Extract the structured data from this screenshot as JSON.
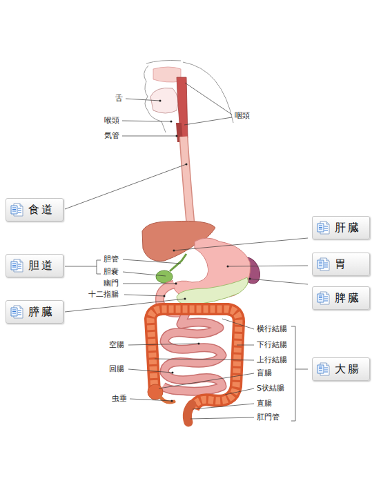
{
  "diagram": {
    "nodes": [
      {
        "text": [
          "食道"
        ]
      },
      {
        "text": [
          "肝臓"
        ]
      },
      {
        "text": [
          "胃"
        ]
      },
      {
        "text": [
          "胆道"
        ]
      },
      {
        "text": [
          "脾臓"
        ]
      },
      {
        "text": [
          "膵臓"
        ]
      },
      {
        "text": [
          "大腸"
        ]
      }
    ],
    "labels": [
      "舌",
      "咽頭",
      "喉頭",
      "気管",
      "胆管",
      "胆嚢",
      "幽門",
      "十二指腸",
      "横行結腸",
      "空腸",
      "下行結腸",
      "上行結腸",
      "回腸",
      "盲腸",
      "S状結腸",
      "虫垂",
      "直腸",
      "肛門管"
    ]
  }
}
